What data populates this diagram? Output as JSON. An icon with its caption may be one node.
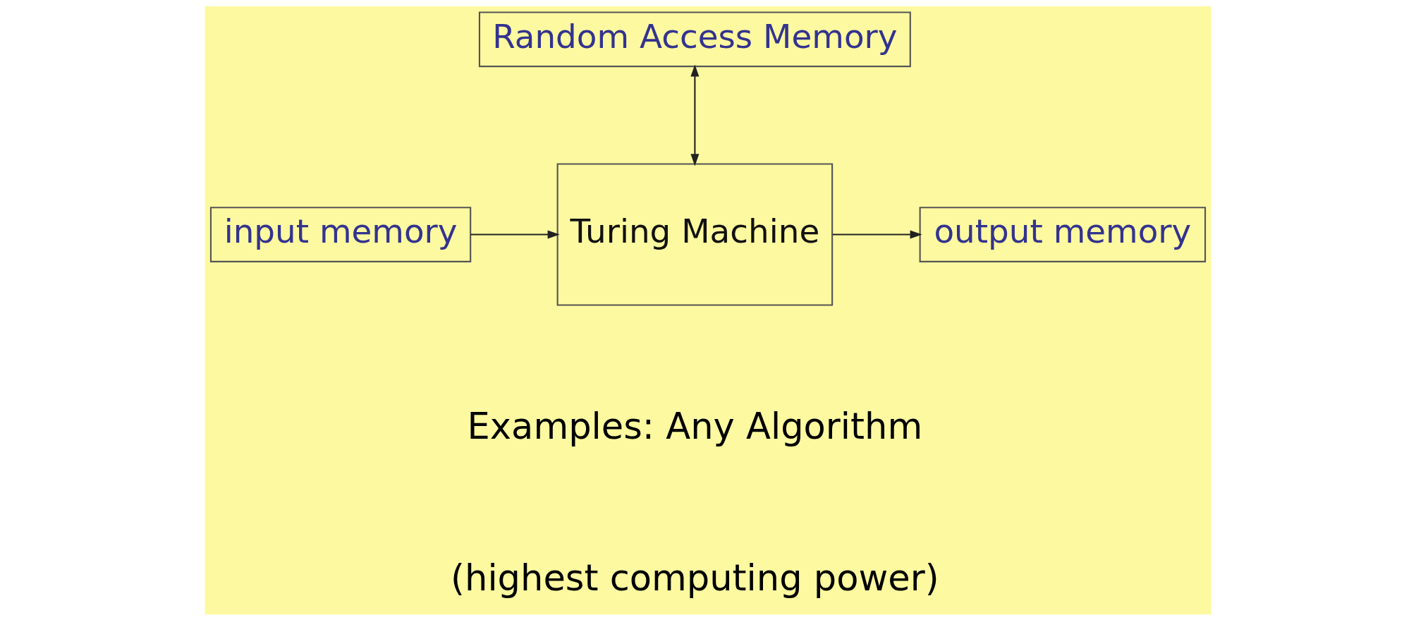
{
  "diagram": {
    "nodes": [
      {
        "text": [
          "Random Access Memory"
        ]
      },
      {
        "text": [
          "Turing Machine"
        ]
      },
      {
        "text": [
          "input memory"
        ]
      },
      {
        "text": [
          "output memory"
        ]
      }
    ],
    "edges": [
      {
        "from": 0,
        "to": 1,
        "arrow": "both"
      },
      {
        "from": 2,
        "to": 1,
        "arrow": "to"
      },
      {
        "from": 1,
        "to": 3,
        "arrow": "to"
      }
    ],
    "labels": [
      "Examples: Any Algorithm",
      "(highest computing power)"
    ]
  }
}
